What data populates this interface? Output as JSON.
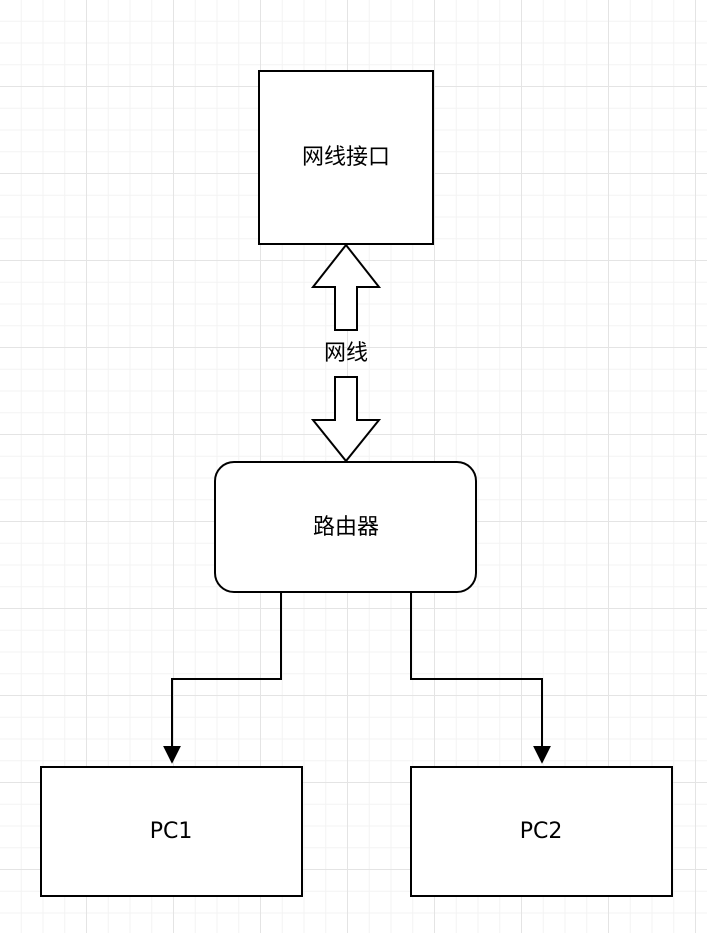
{
  "nodes": {
    "port": {
      "label": "网线接口"
    },
    "cable": {
      "label": "网线"
    },
    "router": {
      "label": "路由器"
    },
    "pc1": {
      "label": "PC1"
    },
    "pc2": {
      "label": "PC2"
    }
  },
  "colors": {
    "stroke": "#000000",
    "fill": "#ffffff",
    "grid_major": "#e4e4e4",
    "grid_minor": "#f3f3f3"
  }
}
